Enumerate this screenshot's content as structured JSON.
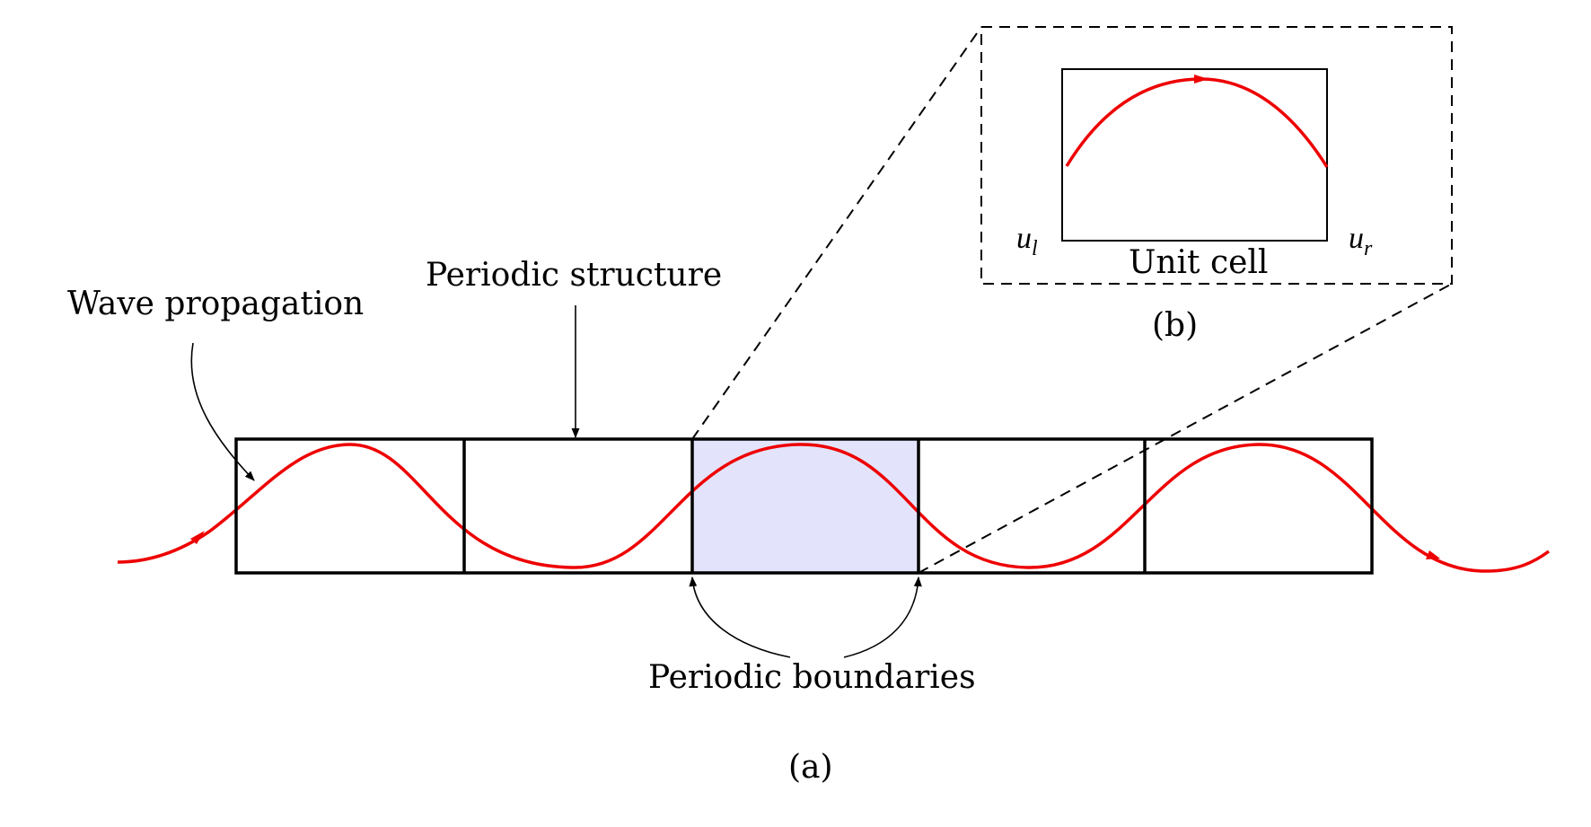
{
  "labels": {
    "wave_propagation": "Wave propagation",
    "periodic_structure": "Periodic structure",
    "periodic_boundaries": "Periodic boundaries",
    "unit_cell": "Unit cell",
    "caption_a": "(a)",
    "caption_b": "(b)",
    "u_left": "u",
    "u_left_sub": "l",
    "u_right": "u",
    "u_right_sub": "r"
  },
  "structure": {
    "cell_count": 5,
    "highlighted_cell_index": 2
  },
  "colors": {
    "wave": "#ee0000",
    "highlight_fill": "#e3e4fb",
    "outline": "#000000"
  }
}
